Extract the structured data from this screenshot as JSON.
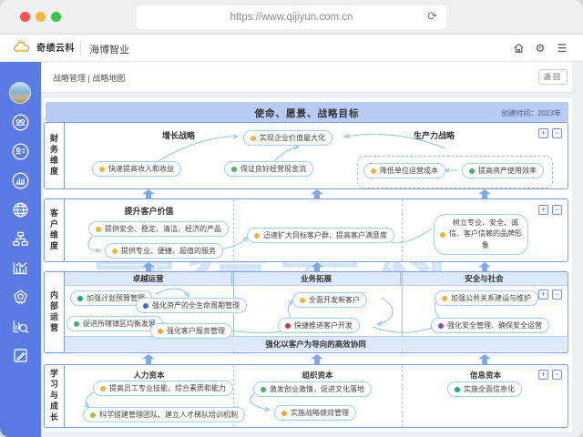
{
  "browser": {
    "url": "https://www.qijiyun.com.cn",
    "reload_glyph": "⟳"
  },
  "header": {
    "logo": "奇绩云科",
    "title": "海博智业",
    "gear_glyph": "⚙",
    "menu_glyph": "☰"
  },
  "sidebar": {
    "icons": [
      "avatar",
      "users-icon",
      "contact-card-icon",
      "bar-chart-icon",
      "globe-icon",
      "org-chart-icon",
      "report-icon",
      "badge-icon",
      "analysis-search-icon",
      "edit-icon"
    ]
  },
  "breadcrumb": {
    "path": "战略管理 | 战略地图",
    "back": "返回"
  },
  "map": {
    "banner": {
      "title": "使命、愿景、战略目标",
      "created": "创建时间：2023年"
    },
    "watermark": "奇绩云科",
    "zoom_controls": {
      "zoom_in": "+",
      "zoom_out": "−"
    },
    "rows": [
      {
        "dimension": "财务维度",
        "labels": [
          "增长战略",
          "生产力战略"
        ],
        "nodes": [
          {
            "text": "实现企业价值最大化",
            "dot": "#f2b33c"
          },
          {
            "text": "快速提高收入和收益",
            "dot": "#f2b33c"
          },
          {
            "text": "保证良好经营现金流",
            "dot": "#43b56a"
          },
          {
            "text": "降低单位运营成本",
            "dot": "#f2b33c"
          },
          {
            "text": "提高资产使用效率",
            "dot": "#43b56a"
          }
        ]
      },
      {
        "dimension": "客户维度",
        "labels": [
          "提升客户价值"
        ],
        "nodes": [
          {
            "text": "提供安全、稳定、清洁、经济的产品",
            "dot": "#f2b33c"
          },
          {
            "text": "提供专业、便捷、超值的服务",
            "dot": "#f2b33c"
          },
          {
            "text": "迅速扩大目标客户群、提高客户满意度",
            "dot": "#f2b33c"
          },
          {
            "text": "树立专业、安全、诚信、客户信赖的品牌形象",
            "dot": "#f2b33c"
          }
        ]
      },
      {
        "dimension": "内部运营",
        "columns": [
          "卓越运营",
          "业务拓展",
          "安全与社会"
        ],
        "footer": "强化以客户为导向的高效协同",
        "nodes": [
          {
            "text": "加强计划预算管理",
            "dot": "#17a69b"
          },
          {
            "text": "强化资产的全生命周期管理",
            "dot": "#3a6bd8"
          },
          {
            "text": "促进所辖镇区均衡发展",
            "dot": "#43b56a"
          },
          {
            "text": "强化客户服务管理",
            "dot": "#f2a53c"
          },
          {
            "text": "全面开发新客户",
            "dot": "#f2b33c"
          },
          {
            "text": "快捷推进客户开发",
            "dot": "#cc3a3a"
          },
          {
            "text": "加强公共关系建设与维护",
            "dot": "#f2b33c"
          },
          {
            "text": "强化安全管理、确保安全运营",
            "dot": "#7a4fd8"
          }
        ]
      },
      {
        "dimension": "学习与成长",
        "columns": [
          "人力资本",
          "组织资本",
          "信息资本"
        ],
        "nodes": [
          {
            "text": "提高员工专业技能、综合素质和能力",
            "dot": "#f2b33c"
          },
          {
            "text": "科学搭建管理团队、建立人才梯队培训机制",
            "dot": "#a5c23c"
          },
          {
            "text": "激发创业激情，促进文化落地",
            "dot": "#43b56a"
          },
          {
            "text": "实施战略绩效管理",
            "dot": "#f2a53c"
          },
          {
            "text": "实施全面信息化",
            "dot": "#17a69b"
          }
        ]
      }
    ]
  },
  "colors": {
    "sidebar": "#5a7ae4",
    "banner": "#b7cbf3",
    "row_border": "#7d9ce5",
    "traffic_red": "#f4534f",
    "traffic_yellow": "#f6b53b",
    "traffic_green": "#35c748"
  }
}
